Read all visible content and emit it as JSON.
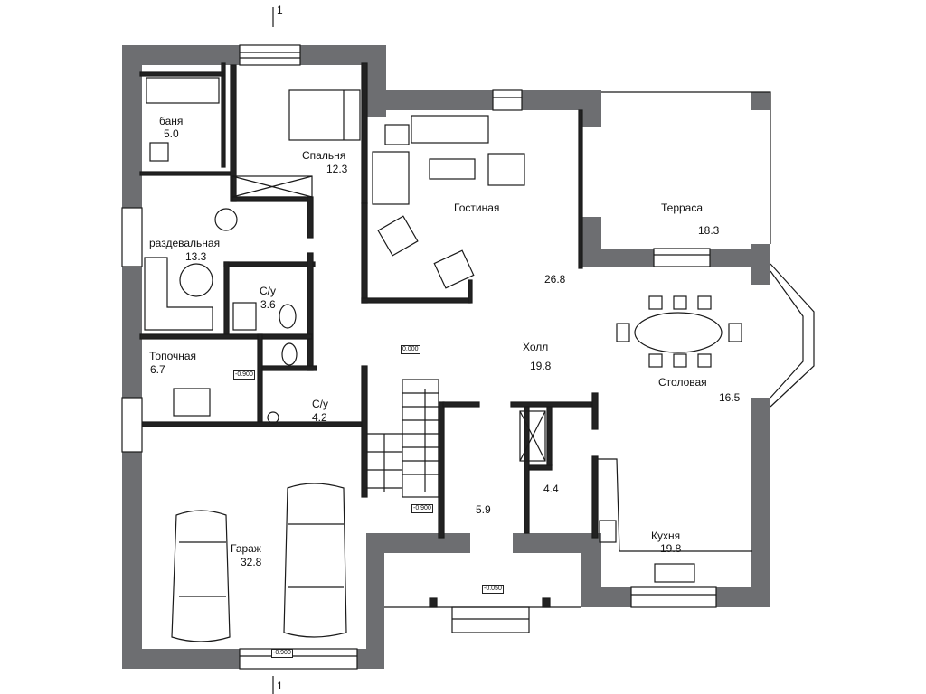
{
  "colors": {
    "wall": "#6d6e71",
    "line": "#1a1a1a"
  },
  "section": {
    "top_mark": "1",
    "bottom_mark": "1"
  },
  "rooms": {
    "banya": {
      "name": "баня",
      "area": "5.0"
    },
    "bedroom": {
      "name": "Спальня",
      "area": "12.3"
    },
    "living": {
      "name": "Гостиная",
      "area": "26.8"
    },
    "terrace": {
      "name": "Терраса",
      "area": "18.3"
    },
    "dressing": {
      "name": "раздевальная",
      "area": "13.3"
    },
    "wc1": {
      "name": "С/у",
      "area": "3.6"
    },
    "furnace": {
      "name": "Топочная",
      "area": "6.7"
    },
    "hall": {
      "name": "Холл",
      "area": "19.8"
    },
    "dining": {
      "name": "Столовая",
      "area": "16.5"
    },
    "wc2": {
      "name": "С/у",
      "area": "4.2"
    },
    "pantry": {
      "name": "",
      "area": "5.9"
    },
    "storage": {
      "name": "",
      "area": "4.4"
    },
    "kitchen": {
      "name": "Кухня",
      "area": "19.8"
    },
    "garage": {
      "name": "Гараж",
      "area": "32.8"
    }
  },
  "levels": {
    "furnace": "-0.900",
    "hall": "0.000",
    "stair": "-0.900",
    "porch": "-0.050",
    "garage": "-0.900"
  }
}
